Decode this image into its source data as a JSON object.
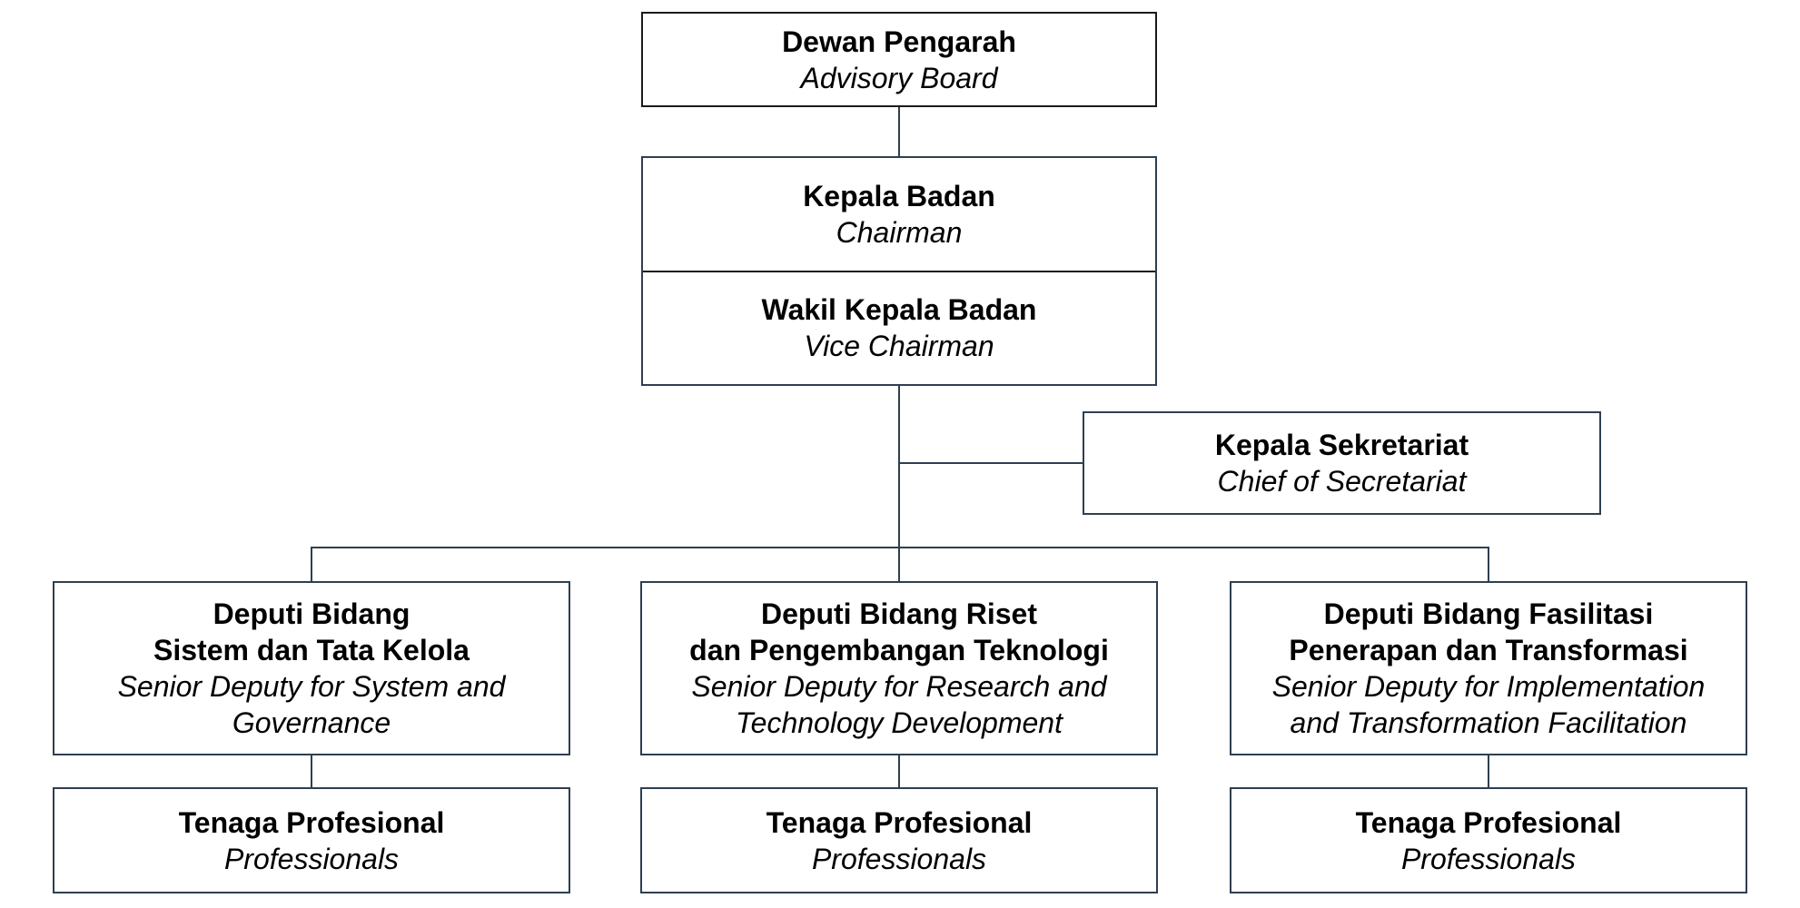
{
  "org": {
    "advisory_board": {
      "id_title": "Dewan Pengarah",
      "en_title": "Advisory Board"
    },
    "chairman": {
      "id_title": "Kepala Badan",
      "en_title": "Chairman"
    },
    "vice_chairman": {
      "id_title": "Wakil Kepala Badan",
      "en_title": "Vice Chairman"
    },
    "secretariat": {
      "id_title": "Kepala Sekretariat",
      "en_title": "Chief of Secretariat"
    },
    "deputies": [
      {
        "id_title_lines": [
          "Deputi Bidang",
          "Sistem dan Tata Kelola"
        ],
        "en_title_lines": [
          "Senior Deputy for System and",
          "Governance"
        ],
        "professional": {
          "id_title": "Tenaga Profesional",
          "en_title": "Professionals"
        }
      },
      {
        "id_title_lines": [
          "Deputi Bidang Riset",
          "dan Pengembangan Teknologi"
        ],
        "en_title_lines": [
          "Senior Deputy for Research and",
          "Technology Development"
        ],
        "professional": {
          "id_title": "Tenaga Profesional",
          "en_title": "Professionals"
        }
      },
      {
        "id_title_lines": [
          "Deputi Bidang Fasilitasi",
          "Penerapan dan Transformasi"
        ],
        "en_title_lines": [
          "Senior Deputy for Implementation",
          "and Transformation Facilitation"
        ],
        "professional": {
          "id_title": "Tenaga Profesional",
          "en_title": "Professionals"
        }
      }
    ],
    "colors": {
      "background": "#ffffff",
      "box_border_navy": "#2e3f50",
      "box_border_black": "#1a1a1a",
      "connector": "#2e3f50",
      "text": "#000000"
    }
  }
}
